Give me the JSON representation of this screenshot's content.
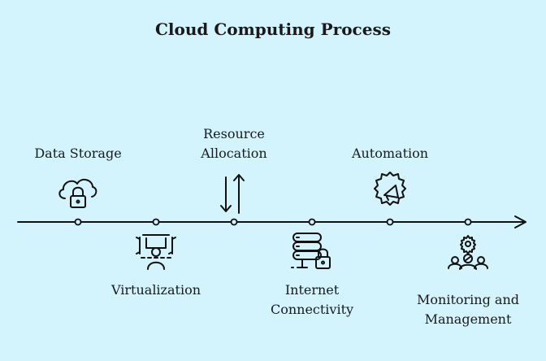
{
  "title": "Cloud Computing Process",
  "steps": [
    {
      "label": "Data Storage",
      "icon": "cloud-lock-icon"
    },
    {
      "label": "Virtualization",
      "icon": "virtual-user-icon"
    },
    {
      "label": "Resource Allocation",
      "icon": "up-down-arrows-icon"
    },
    {
      "label": "Internet Connectivity",
      "icon": "server-lock-icon"
    },
    {
      "label": "Automation",
      "icon": "gear-megaphone-icon"
    },
    {
      "label": "Monitoring and Management",
      "icon": "gear-team-icon"
    }
  ]
}
